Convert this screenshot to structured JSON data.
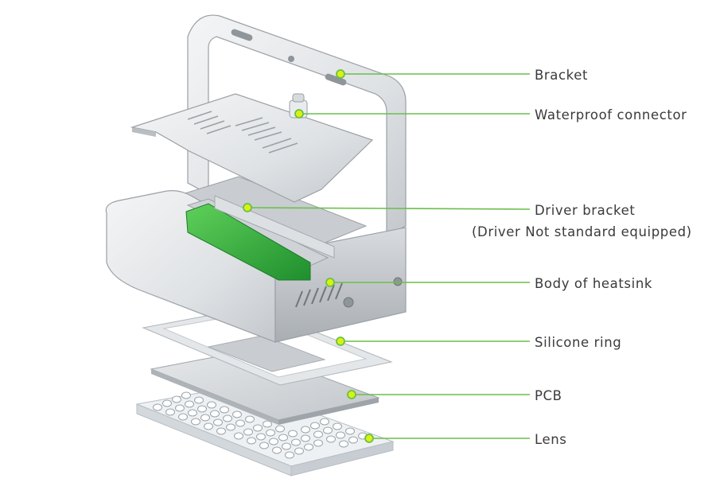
{
  "accent_color": "#6abf4b",
  "dot_color": "#d9f20f",
  "callouts": [
    {
      "id": "bracket",
      "label": "Bracket",
      "sub": ""
    },
    {
      "id": "waterproof-connector",
      "label": "Waterproof connector",
      "sub": ""
    },
    {
      "id": "driver-bracket",
      "label": "Driver bracket",
      "sub": "(Driver Not standard equipped)"
    },
    {
      "id": "body-of-heatsink",
      "label": "Body of heatsink",
      "sub": ""
    },
    {
      "id": "silicone-ring",
      "label": "Silicone ring",
      "sub": ""
    },
    {
      "id": "pcb",
      "label": "PCB",
      "sub": ""
    },
    {
      "id": "lens",
      "label": "Lens",
      "sub": ""
    }
  ]
}
